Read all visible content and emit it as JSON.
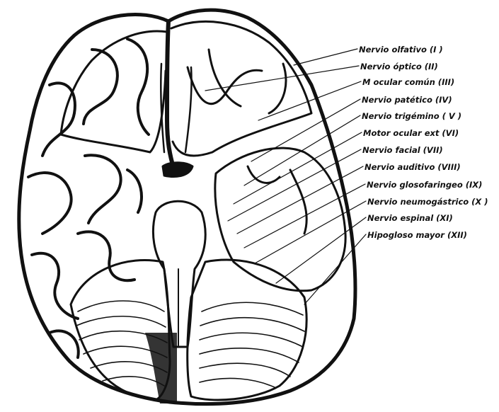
{
  "figure": {
    "subject": "brain-inferior-view",
    "ink_color": "#111111",
    "paper_color": "#ffffff"
  },
  "labels": [
    {
      "id": "I",
      "text": "Nervio olfativo (I )"
    },
    {
      "id": "II",
      "text": "Nervio óptico (II)"
    },
    {
      "id": "III",
      "text": "M ocular común (III)"
    },
    {
      "id": "IV",
      "text": "Nervio patético (IV)"
    },
    {
      "id": "V",
      "text": "Nervio trigémino ( V )"
    },
    {
      "id": "VI",
      "text": "Motor ocular ext (VI)"
    },
    {
      "id": "VII",
      "text": "Nervio facial (VII)"
    },
    {
      "id": "VIII",
      "text": "Nervio auditivo (VIII)"
    },
    {
      "id": "IX",
      "text": "Nervio glosofaringeo (IX)"
    },
    {
      "id": "X",
      "text": "Nervio neumogástrico (X )"
    },
    {
      "id": "XI",
      "text": "Nervio espinal (XI)"
    },
    {
      "id": "XII",
      "text": "Hipogloso mayor (XII)"
    }
  ]
}
